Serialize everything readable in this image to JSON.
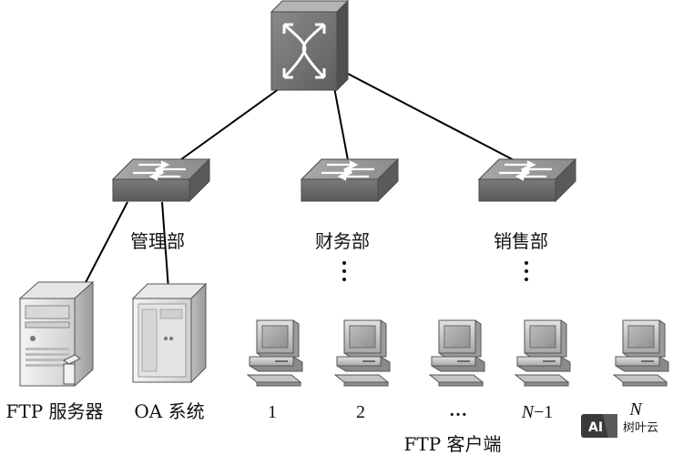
{
  "diagram": {
    "core_switch": {
      "icon": "core-router-icon"
    },
    "departments": [
      {
        "label": "管理部",
        "icon": "switch-icon"
      },
      {
        "label": "财务部",
        "icon": "switch-icon"
      },
      {
        "label": "销售部",
        "icon": "switch-icon"
      }
    ],
    "servers": [
      {
        "label": "FTP 服务器",
        "icon": "server-tower-icon"
      },
      {
        "label": "OA 系统",
        "icon": "server-rack-icon"
      }
    ],
    "clients": [
      {
        "label": "1"
      },
      {
        "label": "2"
      },
      {
        "label": "…"
      },
      {
        "label_var": "N",
        "label_suffix": "−1"
      },
      {
        "label_var": "N",
        "label_suffix": ""
      }
    ],
    "vertical_dots": "⋮",
    "clients_group_label": "FTP 客户端",
    "watermark": {
      "badge": "AI",
      "text": "树叶云"
    }
  }
}
